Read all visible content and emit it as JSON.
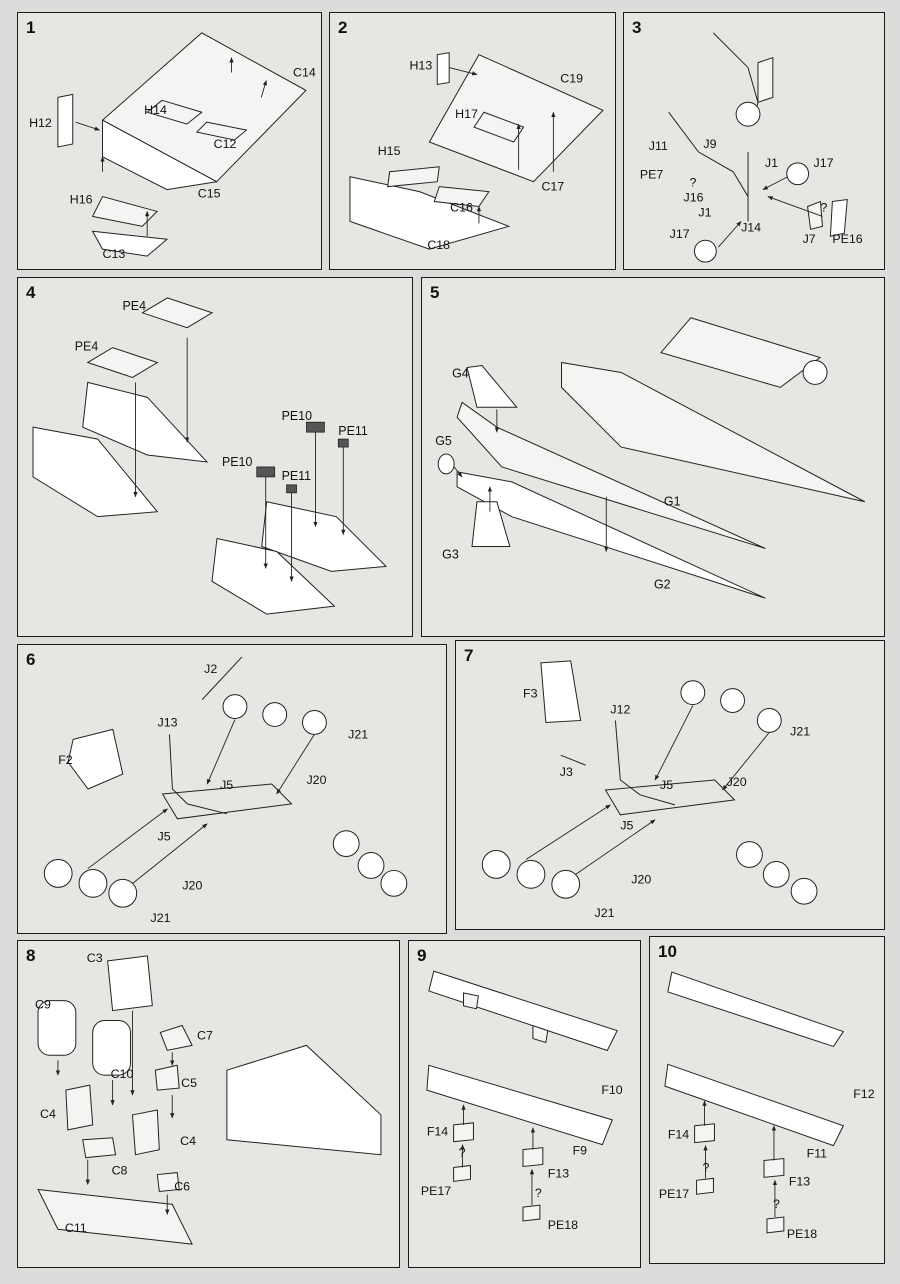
{
  "panels": [
    {
      "number": "1",
      "labels": [
        "C14",
        "H12",
        "H14",
        "C12",
        "H16",
        "C15",
        "C13"
      ]
    },
    {
      "number": "2",
      "labels": [
        "H13",
        "C19",
        "H17",
        "H15",
        "C17",
        "C16",
        "C18"
      ]
    },
    {
      "number": "3",
      "labels": [
        "J11",
        "J9",
        "J1",
        "J17",
        "PE7",
        "?",
        "J16",
        "J1",
        "J17",
        "J14",
        "J7",
        "?",
        "PE16"
      ]
    },
    {
      "number": "4",
      "labels": [
        "PE4",
        "PE4",
        "PE10",
        "PE11",
        "PE10",
        "PE11"
      ]
    },
    {
      "number": "5",
      "labels": [
        "G4",
        "G5",
        "G1",
        "G3",
        "G2"
      ]
    },
    {
      "number": "6",
      "labels": [
        "J2",
        "J13",
        "F2",
        "J21",
        "J5",
        "J20",
        "J5",
        "J20",
        "J21"
      ]
    },
    {
      "number": "7",
      "labels": [
        "F3",
        "J12",
        "J3",
        "J21",
        "J5",
        "J20",
        "J5",
        "J20",
        "J21"
      ]
    },
    {
      "number": "8",
      "labels": [
        "C3",
        "C9",
        "C7",
        "C10",
        "C5",
        "C4",
        "C4",
        "C8",
        "C6",
        "C11"
      ]
    },
    {
      "number": "9",
      "labels": [
        "F10",
        "F14",
        "F9",
        "?",
        "F13",
        "PE17",
        "?",
        "PE18"
      ]
    },
    {
      "number": "10",
      "labels": [
        "F12",
        "F14",
        "F11",
        "?",
        "F13",
        "PE17",
        "?",
        "PE18"
      ]
    }
  ]
}
